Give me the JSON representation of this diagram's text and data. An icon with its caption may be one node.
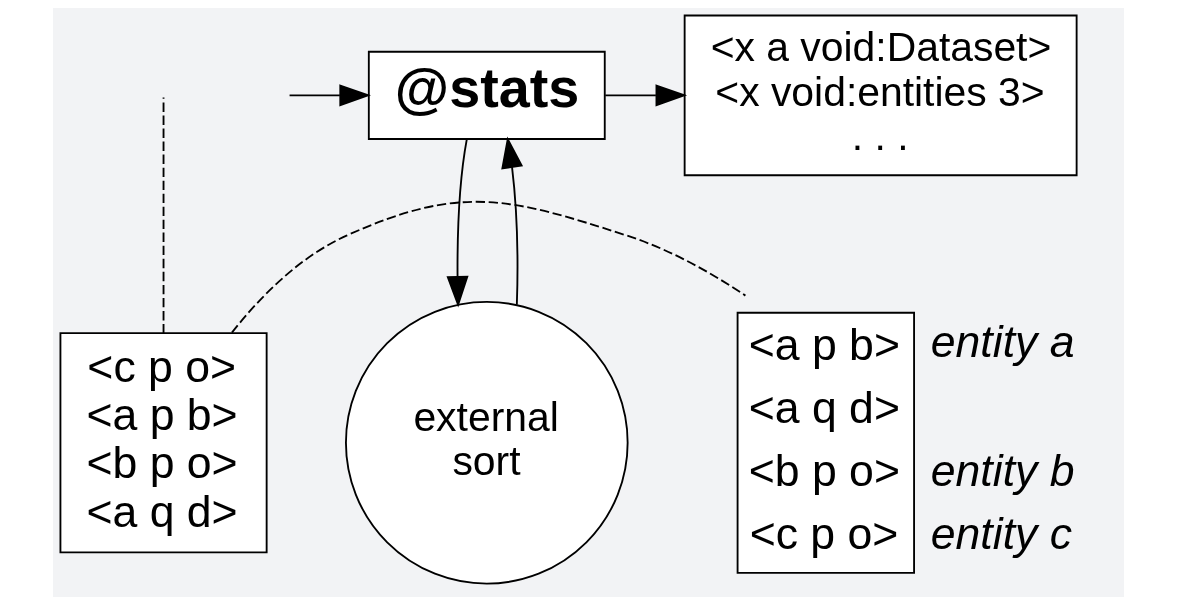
{
  "diagram": {
    "nodes": [
      {
        "text": [
          "@stats"
        ]
      },
      {
        "text": [
          "<x a void:Dataset>",
          "<x void:entities 3>",
          ". . ."
        ]
      },
      {
        "text": [
          "<c p o>",
          "<a p b>",
          "<b p o>",
          "<a q d>"
        ]
      },
      {
        "text": [
          "external sort"
        ]
      },
      {
        "text": [
          "<a p b>",
          "<a q d>",
          "<b p o>",
          "<c p o>"
        ],
        "beside": [
          "entity a",
          "entity b",
          "entity c"
        ]
      }
    ],
    "edges": [
      {
        "from": null,
        "to": 0,
        "arrow": "to"
      },
      {
        "from": 0,
        "to": 1,
        "arrow": "to"
      },
      {
        "from": 0,
        "to": 3,
        "arrow": "to"
      },
      {
        "from": 3,
        "to": 0,
        "arrow": "to"
      },
      {
        "from": 2,
        "to": null,
        "arrow": "none",
        "style": "dashed"
      },
      {
        "from": 2,
        "to": 4,
        "arrow": "none",
        "style": "dashed"
      }
    ]
  }
}
